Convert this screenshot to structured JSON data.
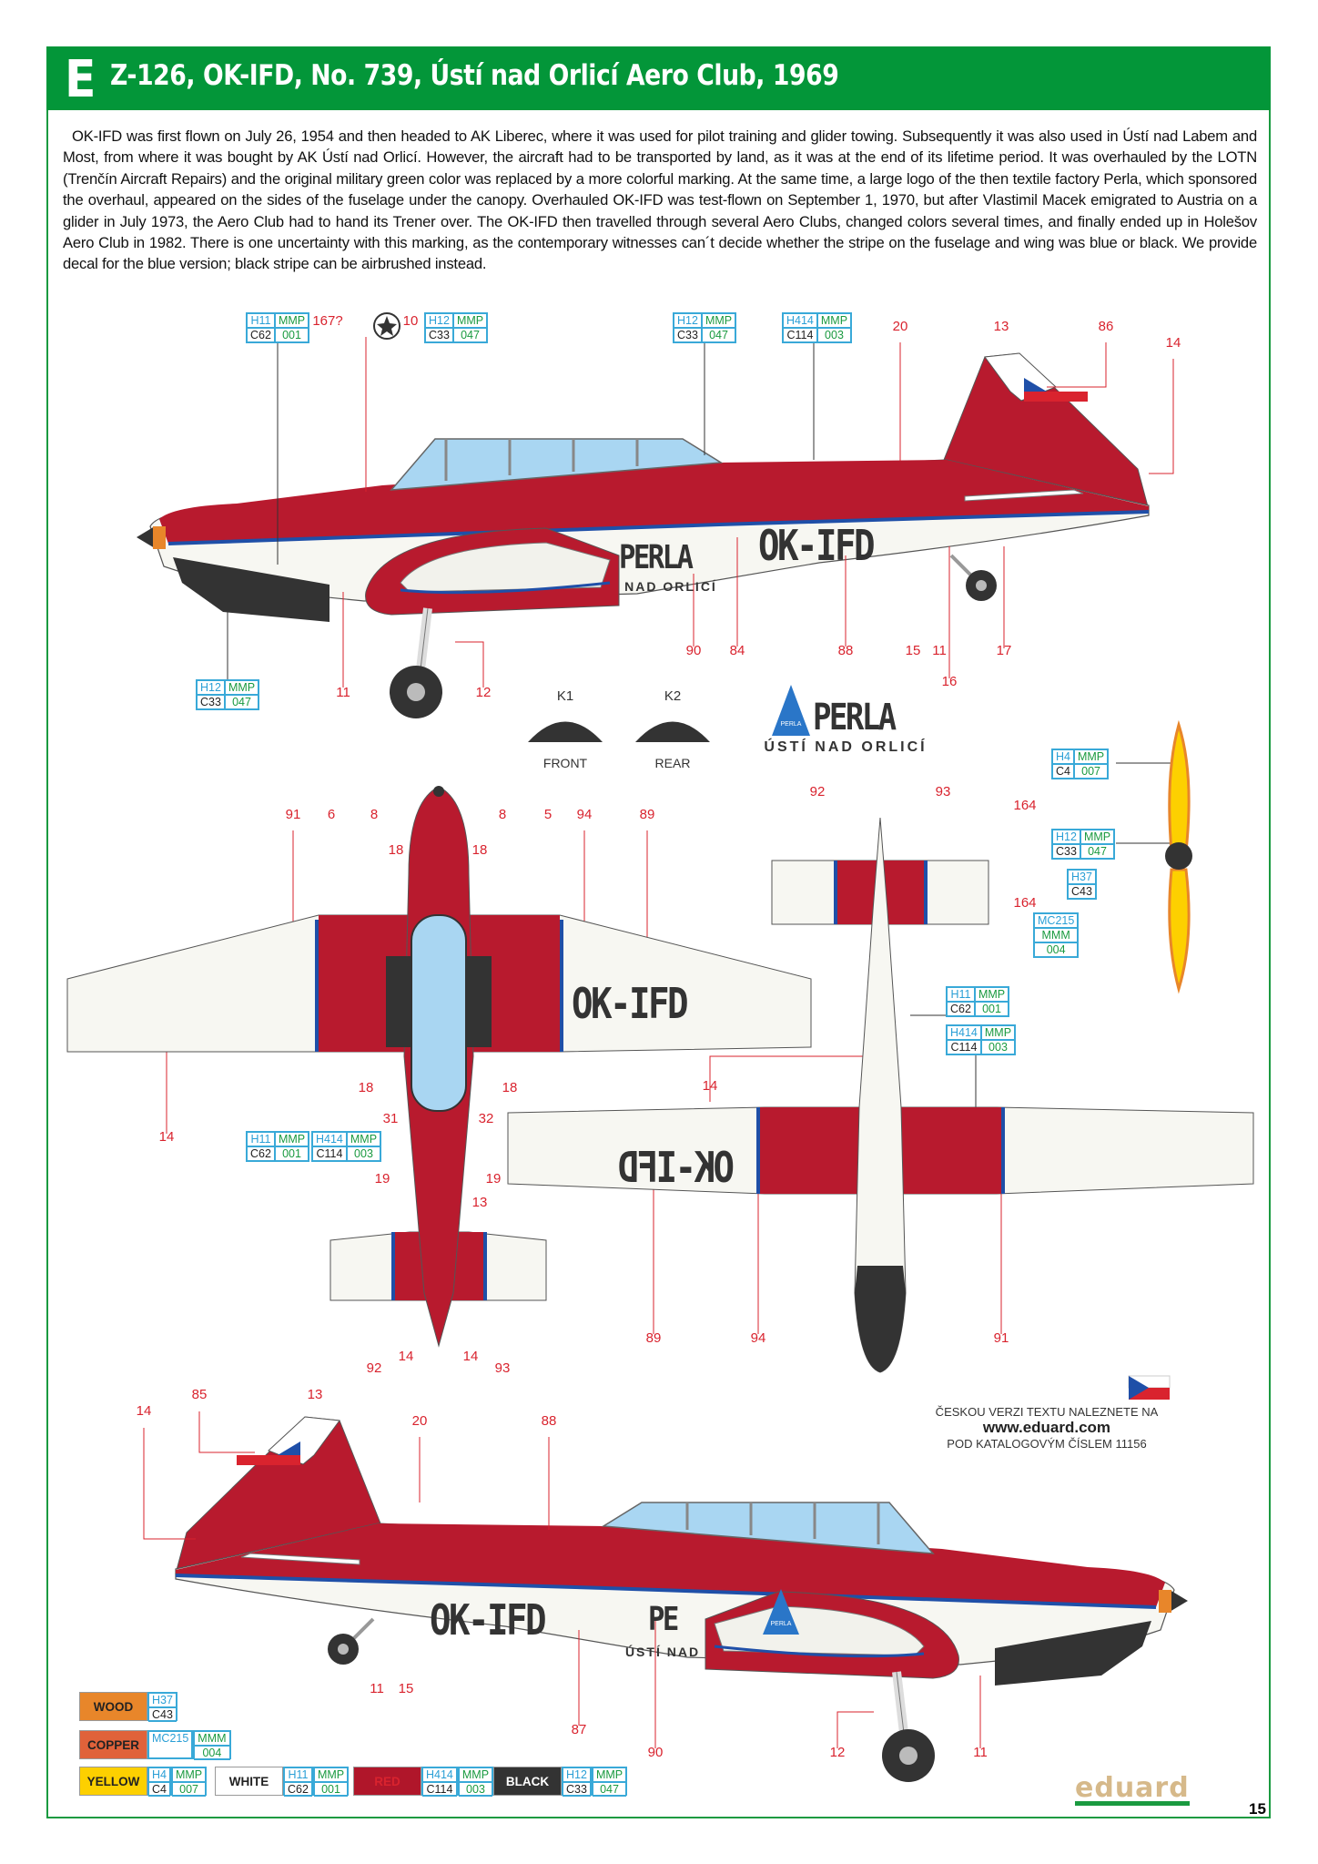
{
  "header": {
    "letter": "E",
    "title": "Z-126, OK-IFD, No. 739, Ústí nad Orlicí Aero Club, 1969"
  },
  "description": "OK-IFD was first flown on July 26, 1954 and then headed to AK Liberec, where it was used for pilot training and glider towing. Subsequently it was also used in Ústí nad Labem and Most, from where it was bought by AK Ústí nad Orlicí. However, the aircraft had to be transported by land, as it was at the end of its lifetime period. It was overhauled by the LOTN (Trenčín Aircraft Repairs) and the original military green color was replaced by a more colorful marking. At the same time, a large logo of the then textile factory Perla, which sponsored the overhaul, appeared on the sides of the fuselage under the canopy. Overhauled OK-IFD was test-flown on September 1, 1970, but after Vlastimil Macek emigrated to Austria on a glider in July 1973, the Aero Club had to hand its Trener over. The OK-IFD then travelled through several Aero Clubs, changed colors several times, and finally ended up in Holešov Aero Club in 1982. There is one uncertainty with this marking, as the contemporary witnesses can´t decide whether the stripe on the fuselage and wing was blue or black. We provide decal for the blue version; black stripe can be airbrushed instead.",
  "callouts": [
    "167?",
    "10",
    "20",
    "13",
    "86",
    "14",
    "11",
    "12",
    "90",
    "84",
    "88",
    "15",
    "11",
    "16",
    "17",
    "164",
    "164",
    "91",
    "6",
    "8",
    "8",
    "5",
    "94",
    "89",
    "18",
    "18",
    "14",
    "18",
    "31",
    "32",
    "18",
    "19",
    "19",
    "13",
    "92",
    "14",
    "14",
    "93",
    "92",
    "93",
    "14",
    "89",
    "94",
    "91",
    "14",
    "85",
    "13",
    "20",
    "88",
    "11",
    "15",
    "87",
    "90",
    "12",
    "11"
  ],
  "color_boxes": [
    {
      "h": "H11",
      "m": "MMP",
      "c": "C62",
      "n": "001"
    },
    {
      "h": "H12",
      "m": "MMP",
      "c": "C33",
      "n": "047"
    },
    {
      "h": "H12",
      "m": "MMP",
      "c": "C33",
      "n": "047"
    },
    {
      "h": "H414",
      "m": "MMP",
      "c": "C114",
      "n": "003"
    },
    {
      "h": "H12",
      "m": "MMP",
      "c": "C33",
      "n": "047"
    },
    {
      "h": "H4",
      "m": "MMP",
      "c": "C4",
      "n": "007"
    },
    {
      "h": "H12",
      "m": "MMP",
      "c": "C33",
      "n": "047"
    },
    {
      "h": "H11",
      "m": "MMP",
      "c": "C62",
      "n": "001"
    },
    {
      "h": "H414",
      "m": "MMP",
      "c": "C114",
      "n": "003"
    },
    {
      "h": "H11",
      "m": "MMP",
      "c": "C62",
      "n": "001"
    },
    {
      "h": "H414",
      "m": "MMP",
      "c": "C114",
      "n": "003"
    },
    {
      "h": "H37",
      "c": "C43"
    },
    {
      "h": "MC215",
      "m": "MMM",
      "n": "004"
    }
  ],
  "markings": {
    "registration": "OK-IFD",
    "perla": "PERLA",
    "nad_orlici": "NAD ORLICÍ",
    "perla_partial": "PE",
    "nad_partial": "ÚSTÍ NAD",
    "perla_badge": "PERLA"
  },
  "instrument_panels": [
    {
      "code": "K1",
      "label": "FRONT"
    },
    {
      "code": "K2",
      "label": "REAR"
    }
  ],
  "perla_logo": {
    "name": "PERLA",
    "sub": "ÚSTÍ NAD ORLICÍ",
    "badge": "PERLA"
  },
  "czech_note": {
    "line1": "ČESKOU VERZI TEXTU NALEZNETE NA",
    "url": "www.eduard.com",
    "line2": "POD KATALOGOVÝM ČÍSLEM 11156"
  },
  "legend": [
    {
      "label": "WOOD",
      "color": "#e8862a",
      "codes": [
        {
          "h": "H37",
          "c": "C43"
        }
      ]
    },
    {
      "label": "COPPER",
      "color": "#e0623a",
      "codes": [
        {
          "h": "MC215"
        },
        {
          "m": "MMM",
          "n": "004"
        }
      ]
    },
    {
      "label": "YELLOW",
      "color": "#fdd000",
      "codes": [
        {
          "h": "H4",
          "c": "C4"
        },
        {
          "m": "MMP",
          "n": "007"
        }
      ]
    },
    {
      "label": "WHITE",
      "color": "#ffffff",
      "codes": [
        {
          "h": "H11",
          "c": "C62"
        },
        {
          "m": "MMP",
          "n": "001"
        }
      ]
    },
    {
      "label": "RED",
      "color": "#b0162a",
      "codes": [
        {
          "h": "H414",
          "c": "C114"
        },
        {
          "m": "MMP",
          "n": "003"
        }
      ]
    },
    {
      "label": "BLACK",
      "color": "#333333",
      "codes": [
        {
          "h": "H12",
          "c": "C33"
        },
        {
          "m": "MMP",
          "n": "047"
        }
      ]
    }
  ],
  "brand": "eduard",
  "page_number": "15",
  "colors": {
    "green": "#039639",
    "red": "#b81a2e",
    "blue": "#1f4fa8",
    "canopy": "#a9d6f2",
    "callout": "#d9232e"
  }
}
